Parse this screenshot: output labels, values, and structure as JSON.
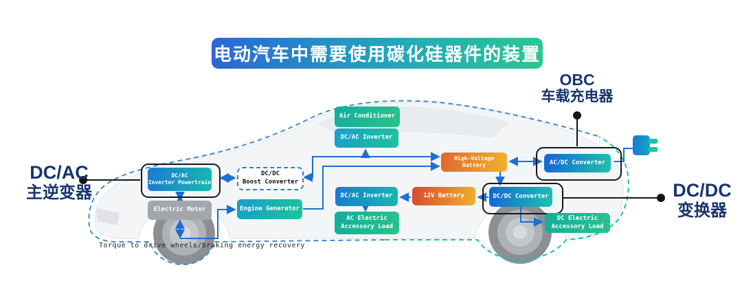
{
  "title": {
    "text": "电动汽车中需要使用碳化硅器件的装置"
  },
  "callouts": {
    "main_inverter": {
      "line1": "DC/AC",
      "line2": "主逆变器"
    },
    "obc": {
      "line1": "OBC",
      "line2": "车载充电器"
    },
    "dcdc": {
      "line1": "DC/DC",
      "line2": "变换器"
    }
  },
  "nodes": {
    "air_conditioner": {
      "label": "Air Conditioner"
    },
    "top_inverter": {
      "label": "DC/AC Inverter"
    },
    "inverter_powertrain": {
      "label": "DC/AC\nInverter Powertrain"
    },
    "electric_motor": {
      "label": "Electric Motor"
    },
    "boost_converter": {
      "label": "DC/DC\nBoost Converter"
    },
    "engine_generator": {
      "label": "Engine Generator"
    },
    "mid_inverter": {
      "label": "DC/AC Inverter"
    },
    "ac_accessory_load": {
      "label": "AC Electric\nAccessory Load"
    },
    "hv_battery": {
      "label": "High-Voltage Battery"
    },
    "battery_12v": {
      "label": "12V Battery"
    },
    "acdc_converter": {
      "label": "AC/DC Converter"
    },
    "dcdc_converter": {
      "label": "DC/DC Converter"
    },
    "dc_accessory_load": {
      "label": "DC Electric\nAccessory Load"
    }
  },
  "note": {
    "text": "Torque to drive wheels/braking energy recovery"
  },
  "icons": {
    "plug": "charging-plug-icon"
  },
  "colors": {
    "banner_blue": "#2b66d6",
    "banner_green": "#2cc693",
    "connector_blue": "#1d6fd1",
    "outline_dash_blue": "#3f8ad6",
    "outline_dash_teal": "#17c0b4",
    "battery_orange": "#e0662f",
    "battery_yellow": "#f0b42a",
    "battery_red": "#d8492f",
    "node_teal": "#14ae9c",
    "node_blue": "#1465d6",
    "callout_navy": "#17356e",
    "motor_gray": "#a3a7ab"
  }
}
